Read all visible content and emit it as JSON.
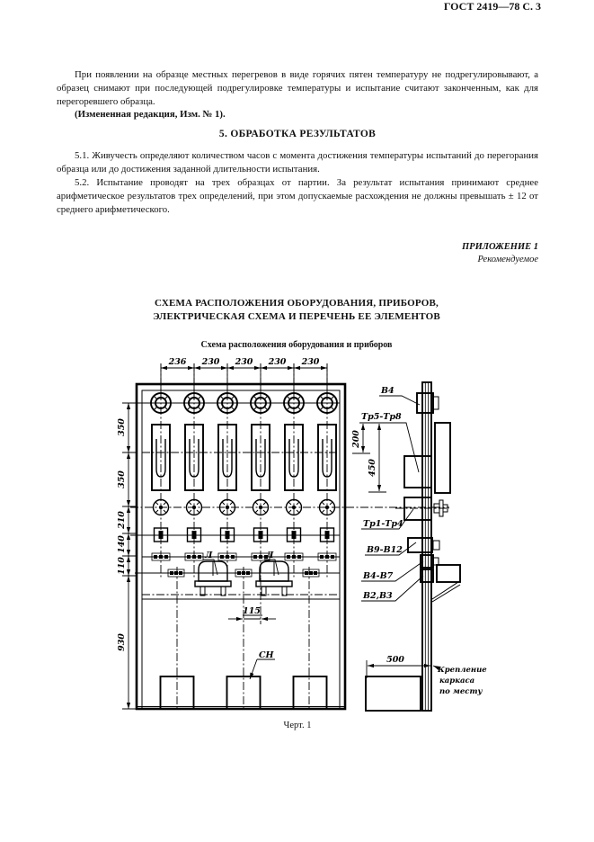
{
  "page": {
    "header": "ГОСТ 2419—78 С. 3"
  },
  "body": {
    "para1": "При появлении на образце местных перегревов в виде горячих пятен температуру не подрегулировывают, а образец снимают при последующей подрегулировке температуры и испытание считают законченным, как для перегоревшего образца.",
    "para1_note": "(Измененная редакция, Изм. № 1).",
    "section5_title": "5.  ОБРАБОТКА РЕЗУЛЬТАТОВ",
    "para51": "5.1.  Живучесть определяют количеством часов с момента достижения температуры испытаний до перегорания образца или до достижения заданной длительности испытания.",
    "para52": "5.2.  Испытание проводят на трех образцах от партии. За результат испытания принимают среднее арифметическое результатов трех определений, при этом допускаемые расхождения не должны превышать ± 12 от среднего арифметического.",
    "appendix_label": "ПРИЛОЖЕНИЕ 1",
    "appendix_type": "Рекомендуемое",
    "title_line1": "СХЕМА РАСПОЛОЖЕНИЯ ОБОРУДОВАНИЯ, ПРИБОРОВ,",
    "title_line2": "ЭЛЕКТРИЧЕСКАЯ СХЕМА И ПЕРЕЧЕНЬ ЕЕ ЭЛЕМЕНТОВ",
    "subtitle": "Схема расположения оборудования и приборов",
    "caption": "Черт. 1"
  },
  "diagram": {
    "top_dims": [
      "236",
      "230",
      "230",
      "230",
      "230"
    ],
    "left_dims": [
      "350",
      "350",
      "210",
      "140",
      "110",
      "930"
    ],
    "labels": {
      "v4": "В4",
      "tr5_tr8": "Тр5-Тр8",
      "d200": "200",
      "d450": "450",
      "tr1_tr4": "Тр1-Тр4",
      "v9_v12": "В9-В12",
      "v4_v7": "В4-В7",
      "v2_v3": "В2,В3",
      "d500": "500",
      "d115": "115",
      "sn": "СН",
      "latr": "Л",
      "krepl1": "Крепление",
      "krepl2": "каркаса",
      "krepl3": "по месту"
    }
  }
}
